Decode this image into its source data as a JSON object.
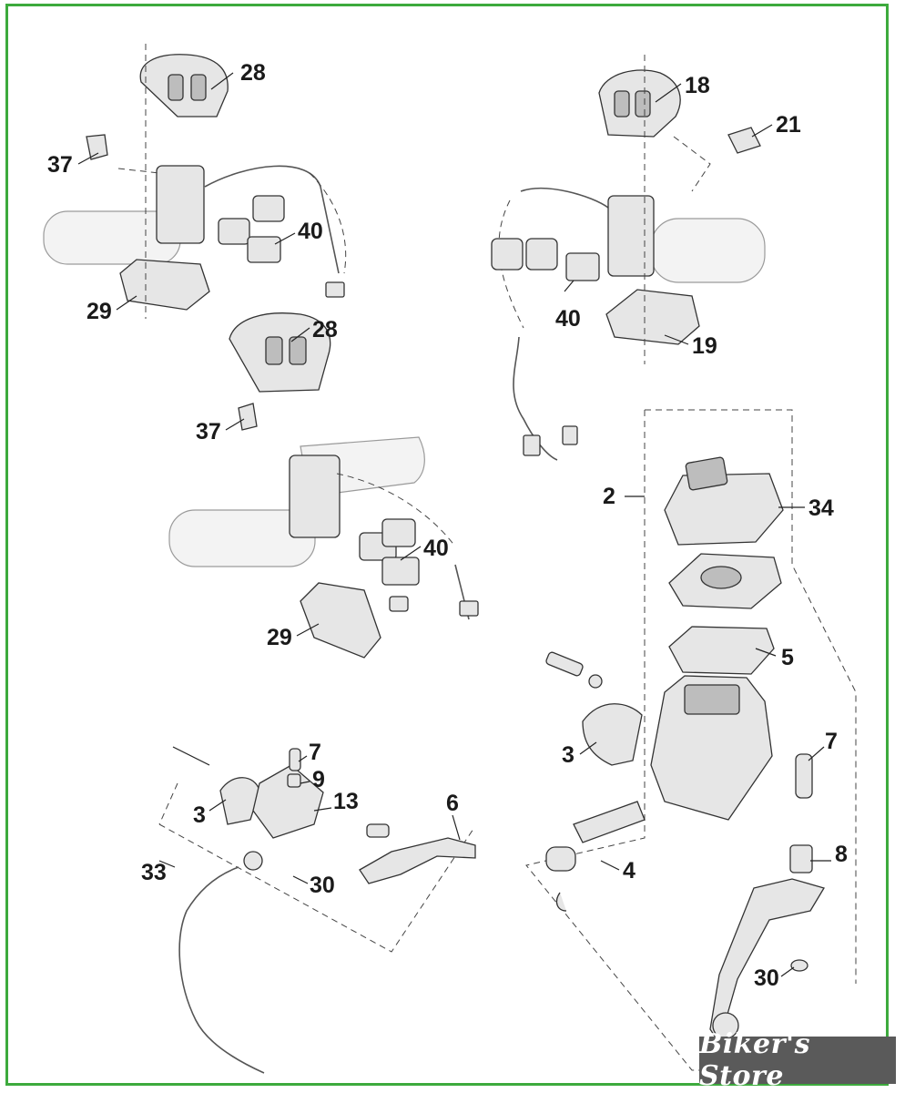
{
  "brand": {
    "store_name": "Biker's Store"
  },
  "colors": {
    "frame": "#3daa3d",
    "badge": "#5a5a5a"
  },
  "callouts": [
    "28",
    "37",
    "40",
    "29",
    "28",
    "37",
    "40",
    "29",
    "18",
    "21",
    "40",
    "19",
    "2",
    "34",
    "5",
    "3",
    "7",
    "4",
    "8",
    "30",
    "7",
    "9",
    "13",
    "6",
    "3",
    "33",
    "30"
  ]
}
